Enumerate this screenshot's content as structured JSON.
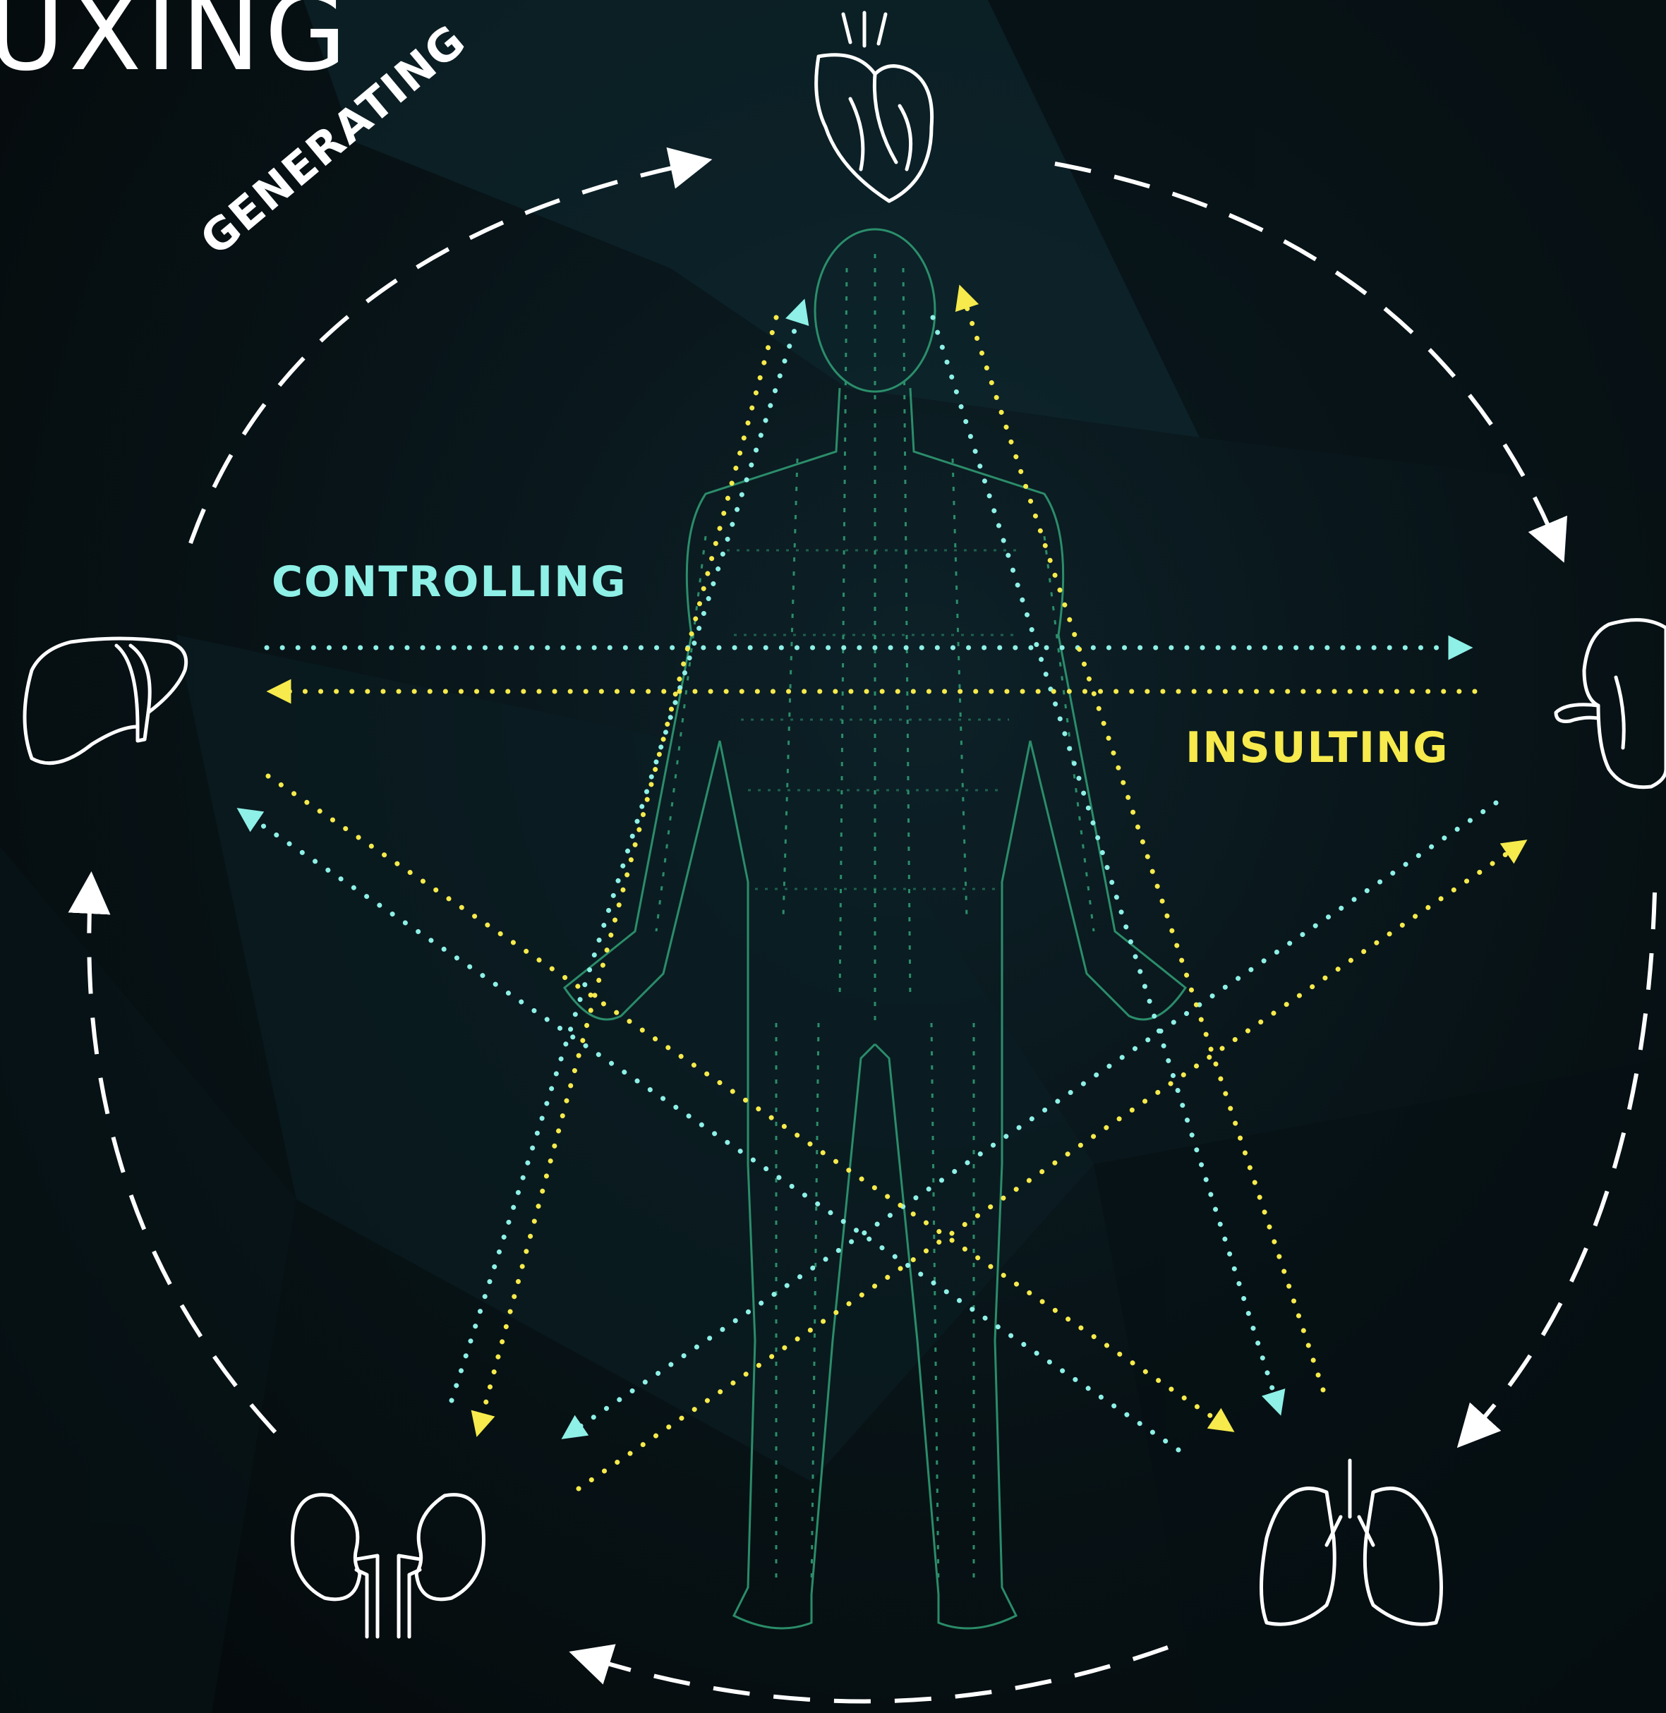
{
  "title": "UXING",
  "labels": {
    "generating": "GENERATING",
    "controlling": "CONTROLLING",
    "insulting": "INSULTING"
  },
  "icons": {
    "top": "heart-icon",
    "right": "spleen-icon",
    "bottom_right": "lungs-icon",
    "bottom_left": "kidneys-icon",
    "left": "liver-icon",
    "center": "human-figure-meridians"
  },
  "colors": {
    "background": "#061116",
    "generating": "#ffffff",
    "controlling": "#8ef0e6",
    "insulting": "#f6ea4c",
    "meridian": "#2f9a72"
  }
}
